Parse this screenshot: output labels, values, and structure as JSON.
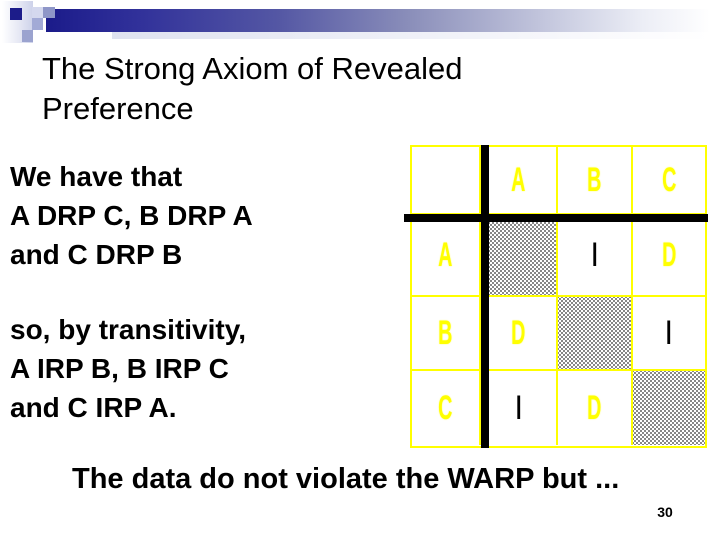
{
  "slide": {
    "title": "The Strong Axiom of Revealed\nPreference",
    "page_number": "30"
  },
  "body": {
    "premise": "We have that\nA DRP C, B DRP A\nand C DRP B",
    "conclusion": "so, by transitivity,\nA IRP B, B IRP C\nand C IRP A.",
    "footer": "The data do not violate the WARP but ..."
  },
  "table": {
    "corner": "",
    "col_headers": [
      "A",
      "B",
      "C"
    ],
    "row_headers": [
      "A",
      "B",
      "C"
    ],
    "cells": [
      [
        "",
        "I",
        "D"
      ],
      [
        "D",
        "",
        "I"
      ],
      [
        "I",
        "D",
        ""
      ]
    ],
    "diagonal_fill": "dotted-pattern",
    "colors": {
      "grid_yellow": "#ffff00",
      "header_letters": "#ffff00",
      "d_letters": "#ffff00",
      "i_letters": "#000000",
      "divider_black": "#000000"
    }
  },
  "theme": {
    "banner_navy": "#1b1b8a",
    "deco_navy": "#1c1c8a",
    "background": "#ffffff",
    "text_black": "#000000"
  }
}
